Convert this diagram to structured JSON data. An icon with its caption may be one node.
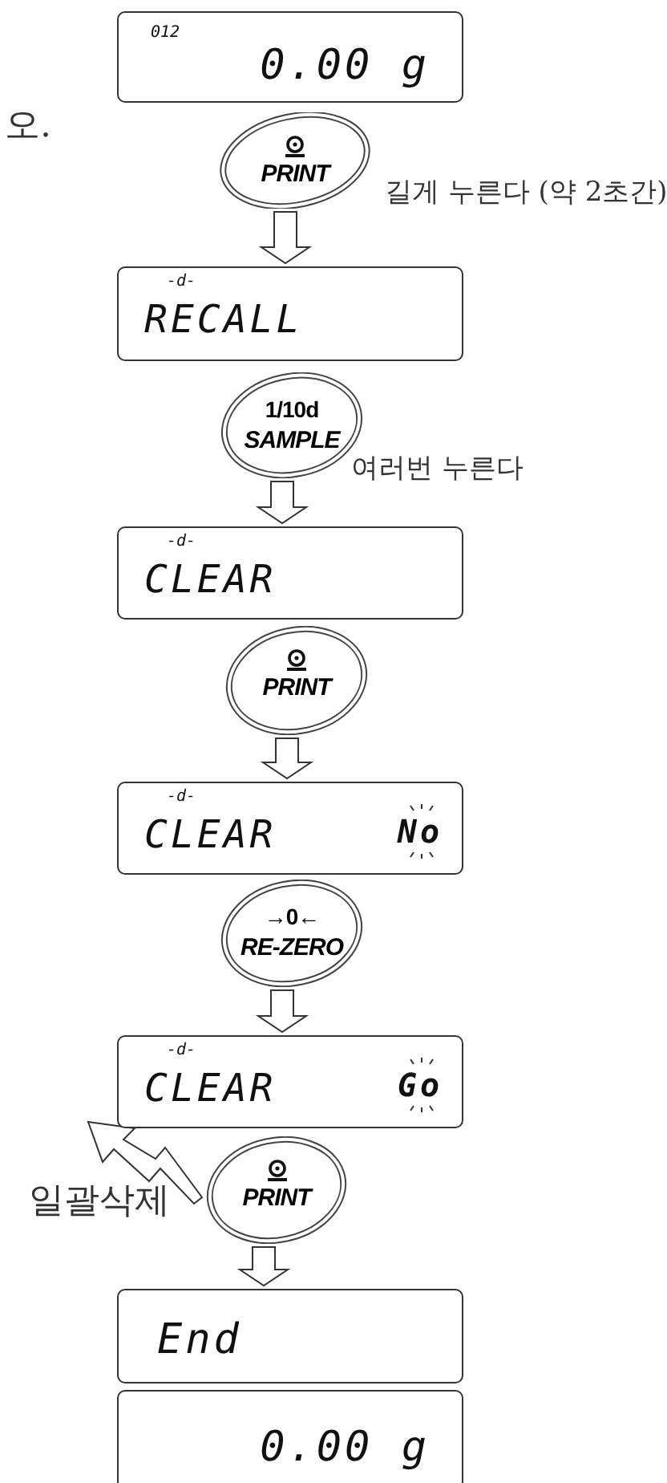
{
  "diagram": {
    "nodes": [
      {
        "text": [
          "012",
          "0.00 g"
        ]
      },
      {
        "text": [
          "PRINT"
        ],
        "beside": [
          "길게 누른다 (약 2초간)"
        ]
      },
      {
        "text": [
          "-d-",
          "RECALL"
        ]
      },
      {
        "text": [
          "1/10d",
          "SAMPLE"
        ],
        "beside": [
          "여러번 누른다"
        ]
      },
      {
        "text": [
          "-d-",
          "CLEAR"
        ]
      },
      {
        "text": [
          "PRINT"
        ]
      },
      {
        "text": [
          "-d-",
          "CLEAR",
          "No"
        ]
      },
      {
        "text": [
          "→0←",
          "RE-ZERO"
        ]
      },
      {
        "text": [
          "-d-",
          "CLEAR",
          "Go"
        ]
      },
      {
        "text": [
          "PRINT"
        ]
      },
      {
        "text": [
          "End"
        ]
      },
      {
        "text": [
          "0.00 g"
        ]
      }
    ],
    "edges": [
      {
        "from": 1,
        "to": 2,
        "arrow": "to"
      },
      {
        "from": 3,
        "to": 4,
        "arrow": "to"
      },
      {
        "from": 5,
        "to": 6,
        "arrow": "to"
      },
      {
        "from": 7,
        "to": 8,
        "arrow": "to"
      },
      {
        "from": 9,
        "to": 10,
        "arrow": "to"
      },
      {
        "from": 9,
        "to": null,
        "arrow": "to"
      }
    ],
    "labels": [
      "오.",
      "일괄삭제"
    ]
  }
}
